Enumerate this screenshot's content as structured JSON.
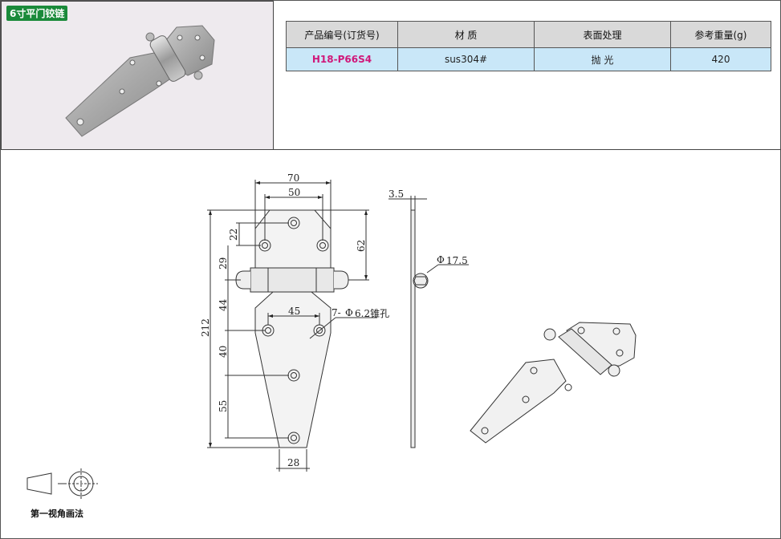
{
  "product_tag": "6寸平门铰链",
  "table": {
    "headers": [
      "产品编号(订货号)",
      "材  质",
      "表面处理",
      "参考重量(g)"
    ],
    "row": {
      "code": "H18-P66S4",
      "material": "sus304#",
      "finish": "抛  光",
      "weight": "420"
    }
  },
  "dimensions": {
    "w70": "70",
    "w50": "50",
    "h22": "22",
    "h62": "62",
    "h29": "29",
    "h44": "44",
    "h45": "45",
    "h40": "40",
    "h55": "55",
    "h212": "212",
    "w28": "28",
    "t35": "3.5",
    "phi175": "17.5",
    "holes": "6.2锥孔",
    "holes_count": "7-"
  },
  "projection_label": "第一视角画法",
  "colors": {
    "tag_bg": "#1a8a3a",
    "header_bg": "#d9d9d9",
    "cell_bg": "#c9e7f8",
    "code": "#d0187a",
    "photo_bg": "#eeeaee"
  }
}
